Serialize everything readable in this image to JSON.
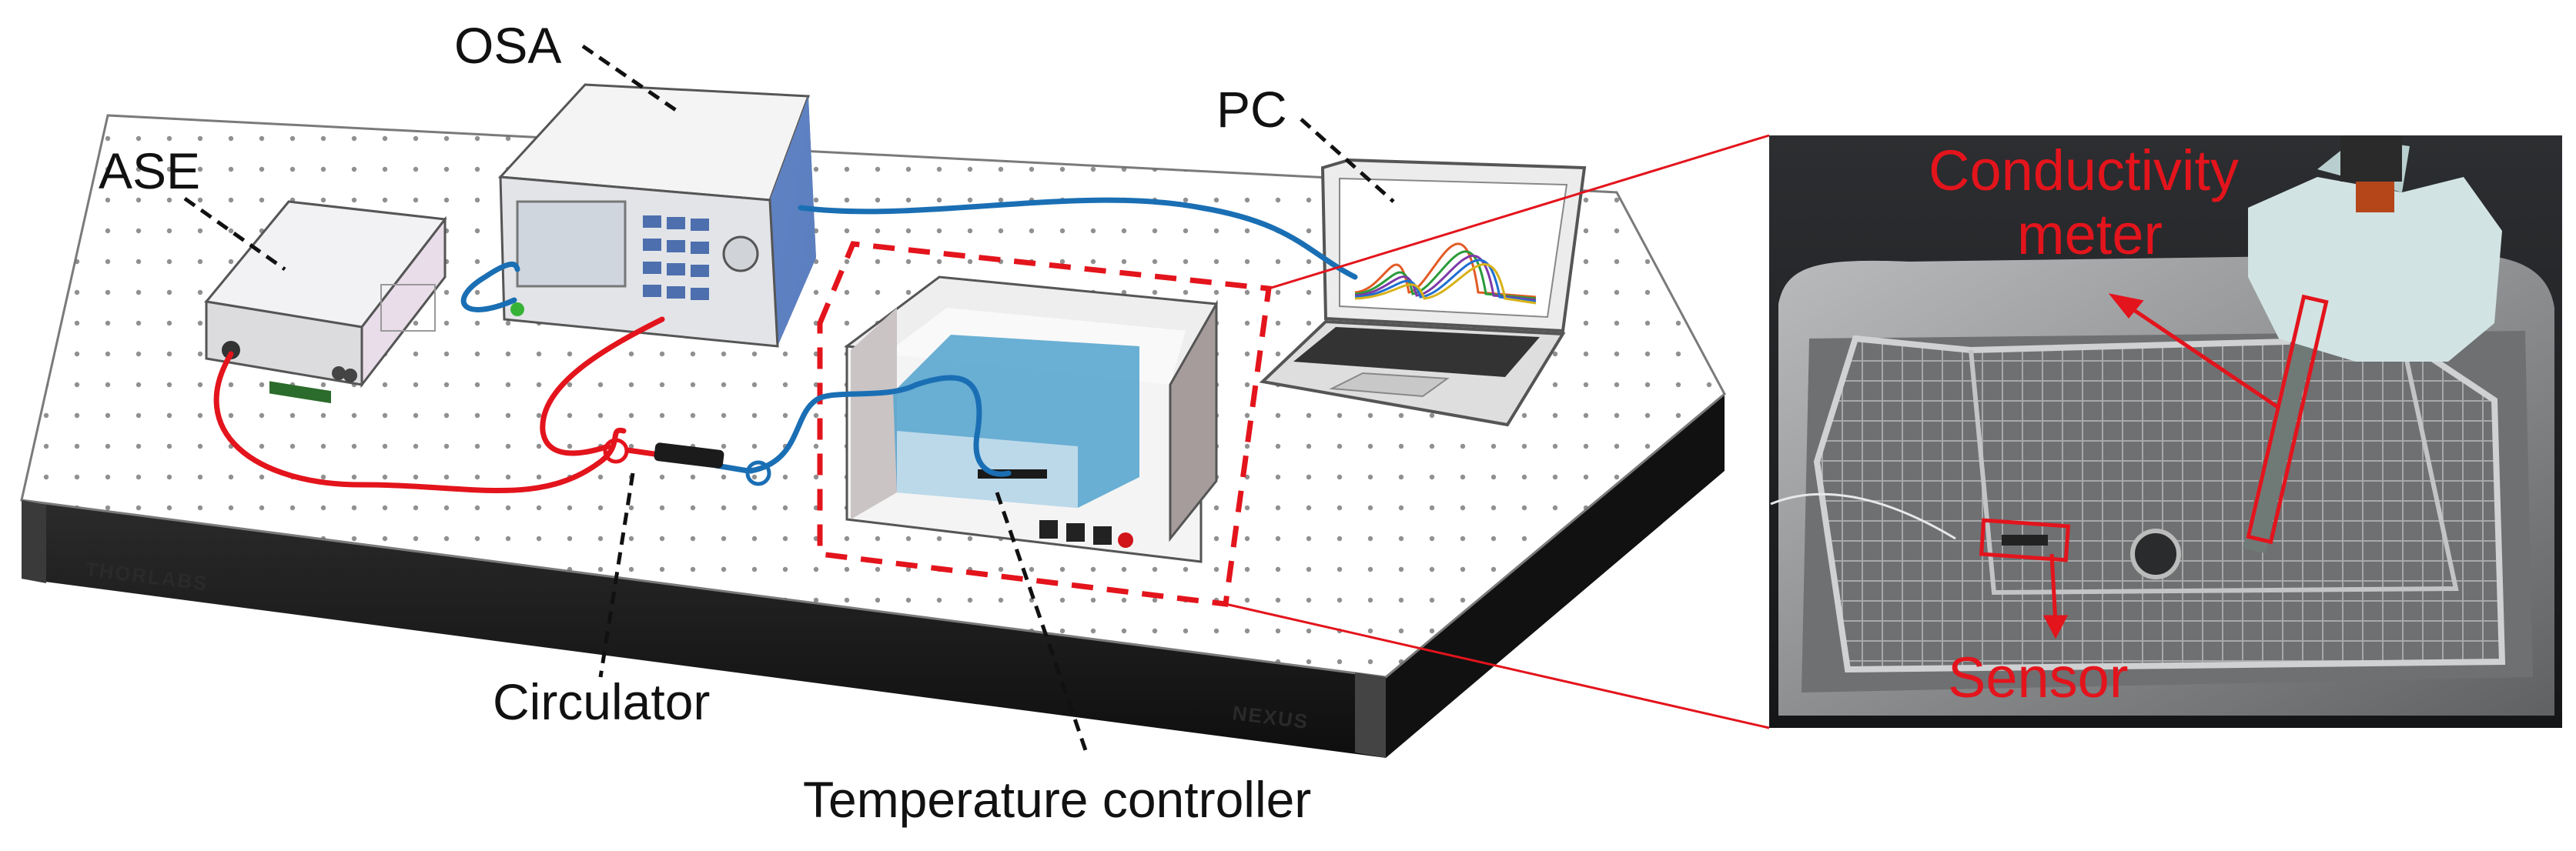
{
  "labels": {
    "osa": "OSA",
    "ase": "ASE",
    "pc": "PC",
    "circulator": "Circulator",
    "temperature_controller": "Temperature controller"
  },
  "photo_labels": {
    "conductivity_line1": "Conductivity",
    "conductivity_line2": "meter",
    "sensor": "Sensor"
  },
  "table_brands": {
    "left": "THORLABS",
    "right": "NEXUS"
  },
  "colors": {
    "fiber_red": "#e3141c",
    "fiber_blue": "#1a6fb4",
    "annotation_red": "#e3141c",
    "osa_blue": "#5b7fc4",
    "bath_blue": "#5aa6cf",
    "table_dark": "#1c1c1c"
  },
  "icons": {
    "table": "optical-breadboard",
    "osa": "spectrum-analyzer",
    "ase": "light-source",
    "pc": "laptop",
    "circulator": "fiber-circulator",
    "bath": "water-bath"
  }
}
